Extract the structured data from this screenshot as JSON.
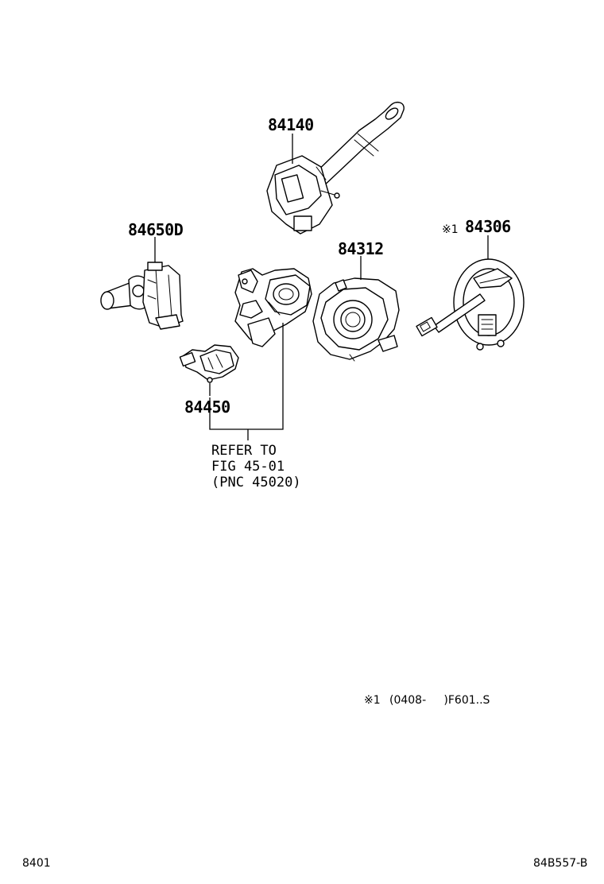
{
  "parts": {
    "p84140": "84140",
    "p84650d": "84650D",
    "p84312": "84312",
    "p84306": "84306",
    "p84306_mark": "※1",
    "p84450": "84450"
  },
  "refer": {
    "line1": "REFER TO",
    "line2": "FIG 45-01",
    "line3": "(PNC 45020)"
  },
  "footnote": {
    "mark": "※1",
    "text": "(0408-     )F601..S"
  },
  "footer": {
    "left_code": "8401",
    "right_code": "84B557-B"
  }
}
